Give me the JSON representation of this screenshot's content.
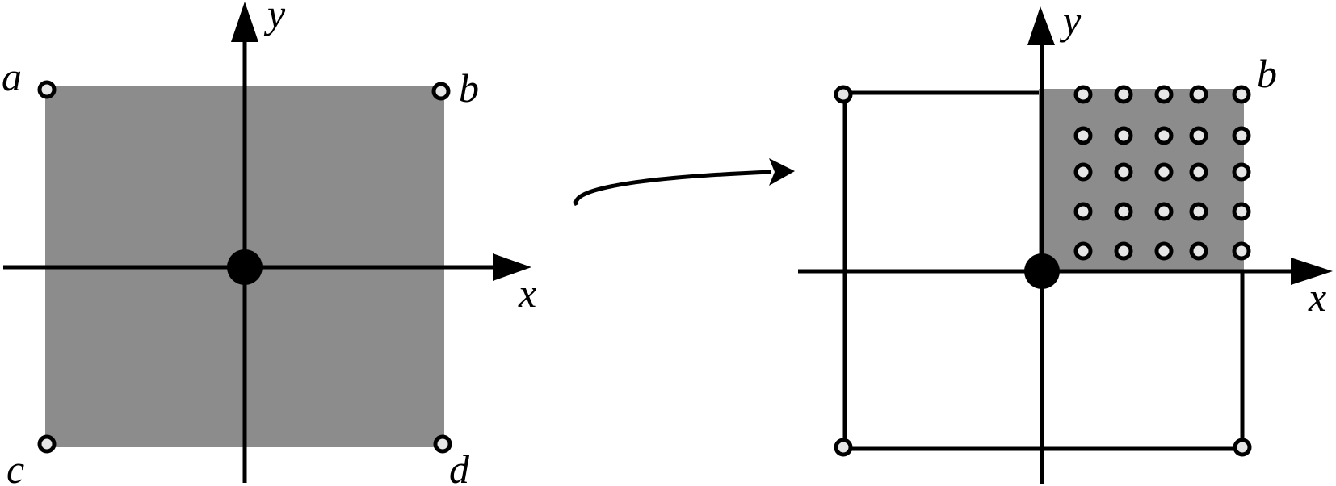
{
  "left_panel": {
    "axis_x": "x",
    "axis_y": "y",
    "corners": {
      "a": "a",
      "b": "b",
      "c": "c",
      "d": "d"
    },
    "fill_color": "#8c8c8c"
  },
  "right_panel": {
    "axis_x": "x",
    "axis_y": "y",
    "corner_b": "b",
    "fill_color": "#8c8c8c",
    "grid": {
      "rows": 5,
      "cols": 5
    }
  },
  "stroke_color": "#000000",
  "marker_fill": "#e6e6e6"
}
